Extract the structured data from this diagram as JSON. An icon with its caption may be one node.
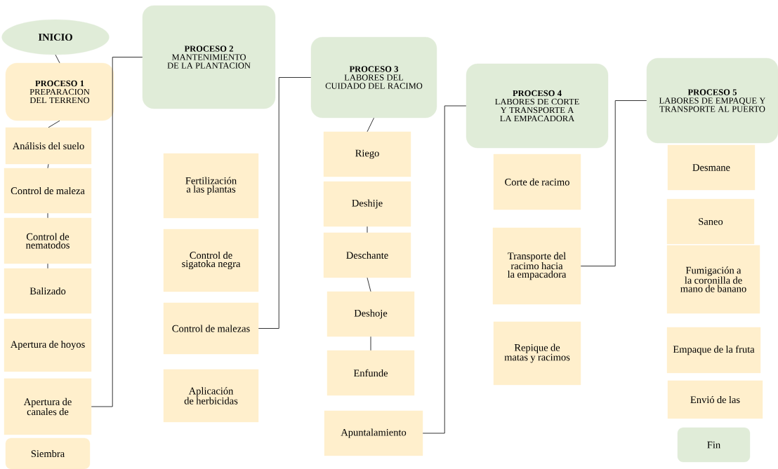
{
  "diagram": {
    "nodes": [
      {
        "text": [
          "INICIO"
        ]
      },
      {
        "text": [
          "PROCESO 1",
          "PREPARACION DEL TERRENO"
        ]
      },
      {
        "text": [
          "Análisis del suelo"
        ]
      },
      {
        "text": [
          "Control de maleza"
        ]
      },
      {
        "text": [
          "Control de nematodos"
        ]
      },
      {
        "text": [
          "Balizado"
        ]
      },
      {
        "text": [
          "Apertura de hoyos"
        ]
      },
      {
        "text": [
          "Apertura de canales de"
        ]
      },
      {
        "text": [
          "Siembra"
        ]
      },
      {
        "text": [
          "PROCESO 2",
          "MANTENIMIENTO DE LA PLANTACION"
        ]
      },
      {
        "text": [
          "Fertilización a las plantas"
        ]
      },
      {
        "text": [
          "Control de sigatoka negra"
        ]
      },
      {
        "text": [
          "Control de malezas"
        ]
      },
      {
        "text": [
          "Aplicación de herbicidas"
        ]
      },
      {
        "text": [
          "PROCESO 3",
          "LABORES DEL CUIDADO DEL RACIMO"
        ]
      },
      {
        "text": [
          "Riego"
        ]
      },
      {
        "text": [
          "Deshije"
        ]
      },
      {
        "text": [
          "Deschante"
        ]
      },
      {
        "text": [
          "Deshoje"
        ]
      },
      {
        "text": [
          "Enfunde"
        ]
      },
      {
        "text": [
          "Apuntalamiento"
        ]
      },
      {
        "text": [
          "PROCESO 4",
          "LABORES DE CORTE Y TRANSPORTE A LA EMPACADORA"
        ]
      },
      {
        "text": [
          "Corte de racimo"
        ]
      },
      {
        "text": [
          "Transporte del racimo hacia la empacadora"
        ]
      },
      {
        "text": [
          "Repique de matas y racimos"
        ]
      },
      {
        "text": [
          "PROCESO 5",
          "LABORES DE EMPAQUE Y TRANSPORTE AL PUERTO"
        ]
      },
      {
        "text": [
          "Desmane"
        ]
      },
      {
        "text": [
          "Saneo"
        ]
      },
      {
        "text": [
          "Fumigación a la coronilla de mano de banano"
        ]
      },
      {
        "text": [
          "Empaque de la fruta"
        ]
      },
      {
        "text": [
          "Envió de las"
        ]
      },
      {
        "text": [
          "Fin"
        ]
      }
    ],
    "edges": [
      {
        "from": 0,
        "to": 1,
        "arrow": "none"
      },
      {
        "from": 1,
        "to": 2,
        "arrow": "none"
      },
      {
        "from": 2,
        "to": 3,
        "arrow": "none"
      },
      {
        "from": 3,
        "to": 4,
        "arrow": "none"
      },
      {
        "from": 4,
        "to": 5,
        "arrow": "none"
      },
      {
        "from": 7,
        "to": 9,
        "arrow": "none"
      },
      {
        "from": 12,
        "to": 14,
        "arrow": "none"
      },
      {
        "from": 14,
        "to": 15,
        "arrow": "none"
      },
      {
        "from": 16,
        "to": 17,
        "arrow": "none"
      },
      {
        "from": 17,
        "to": 18,
        "arrow": "none"
      },
      {
        "from": 18,
        "to": 19,
        "arrow": "none"
      },
      {
        "from": 20,
        "to": 21,
        "arrow": "none"
      },
      {
        "from": 23,
        "to": 25,
        "arrow": "none"
      }
    ]
  }
}
